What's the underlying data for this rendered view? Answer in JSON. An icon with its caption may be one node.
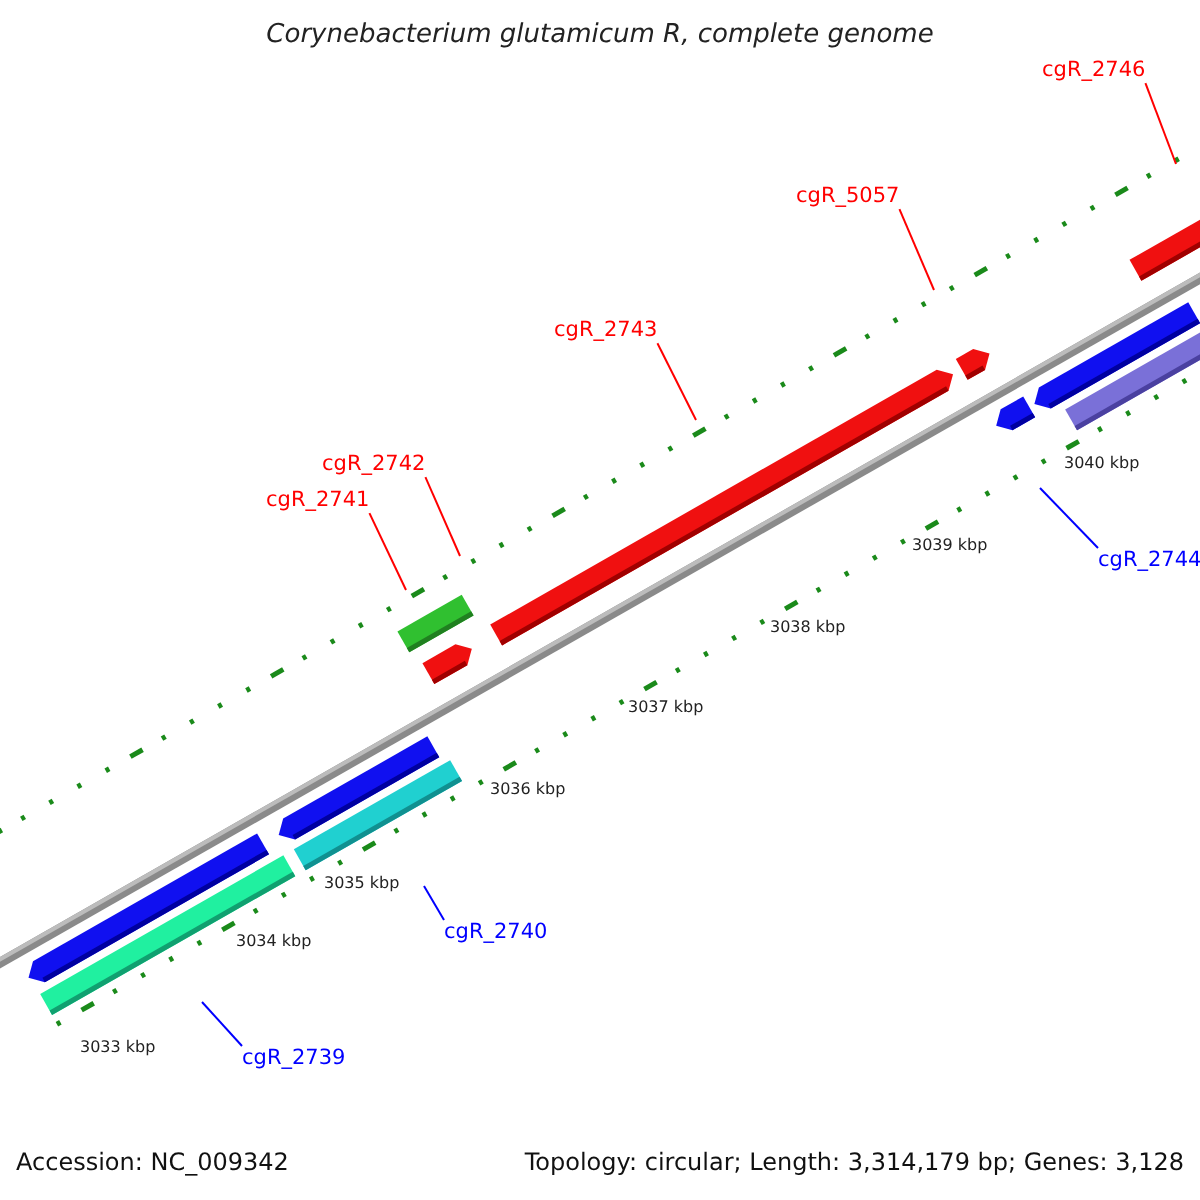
{
  "diagram": {
    "title": "Corynebacterium glutamicum R, complete genome",
    "nodes": [
      {
        "text": [
          "cgR_2746"
        ]
      },
      {
        "text": [
          "cgR_5057"
        ]
      },
      {
        "text": [
          "cgR_2743"
        ]
      },
      {
        "text": [
          "cgR_2742"
        ]
      },
      {
        "text": [
          "cgR_2741"
        ]
      },
      {
        "text": [
          "cgR_2744"
        ]
      },
      {
        "text": [
          "cgR_2740"
        ]
      },
      {
        "text": [
          "cgR_2739"
        ]
      }
    ],
    "edges": [
      {
        "from": 0,
        "to": null,
        "arrow": "none"
      },
      {
        "from": 1,
        "to": null,
        "arrow": "none"
      },
      {
        "from": 2,
        "to": null,
        "arrow": "none"
      },
      {
        "from": 3,
        "to": null,
        "arrow": "none"
      },
      {
        "from": 4,
        "to": null,
        "arrow": "none"
      },
      {
        "from": 5,
        "to": null,
        "arrow": "none",
        "color": "#0000ff"
      },
      {
        "from": 6,
        "to": null,
        "arrow": "none",
        "color": "#0000ff"
      },
      {
        "from": 7,
        "to": null,
        "arrow": "none",
        "color": "#0000ff"
      }
    ],
    "labels": [
      "3040 kbp",
      "3039 kbp",
      "3038 kbp",
      "3037 kbp",
      "3036 kbp",
      "3035 kbp",
      "3034 kbp",
      "3033 kbp",
      "Accession: NC_009342",
      "Topology: circular; Length: 3,314,179 bp; Genes: 3,128"
    ]
  }
}
